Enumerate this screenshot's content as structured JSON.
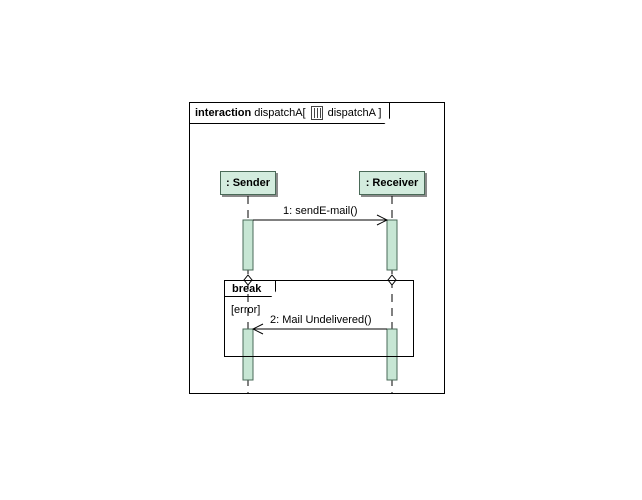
{
  "frame": {
    "keyword": "interaction",
    "name": "dispatchA[",
    "ref_name": "dispatchA ]",
    "icon": "sequence-diagram-icon"
  },
  "lifelines": [
    {
      "id": "sender",
      "label": ": Sender"
    },
    {
      "id": "receiver",
      "label": ": Receiver"
    }
  ],
  "messages": [
    {
      "id": "m1",
      "label": "1: sendE-mail()",
      "from": "sender",
      "to": "receiver"
    },
    {
      "id": "m2",
      "label": "2: Mail Undelivered()",
      "from": "receiver",
      "to": "sender"
    }
  ],
  "fragment": {
    "operator": "break",
    "guard": "[error]"
  },
  "colors": {
    "lifeline_fill": "#d3ecde",
    "activation_fill": "#c7e6d4",
    "border": "#4a6a58"
  }
}
